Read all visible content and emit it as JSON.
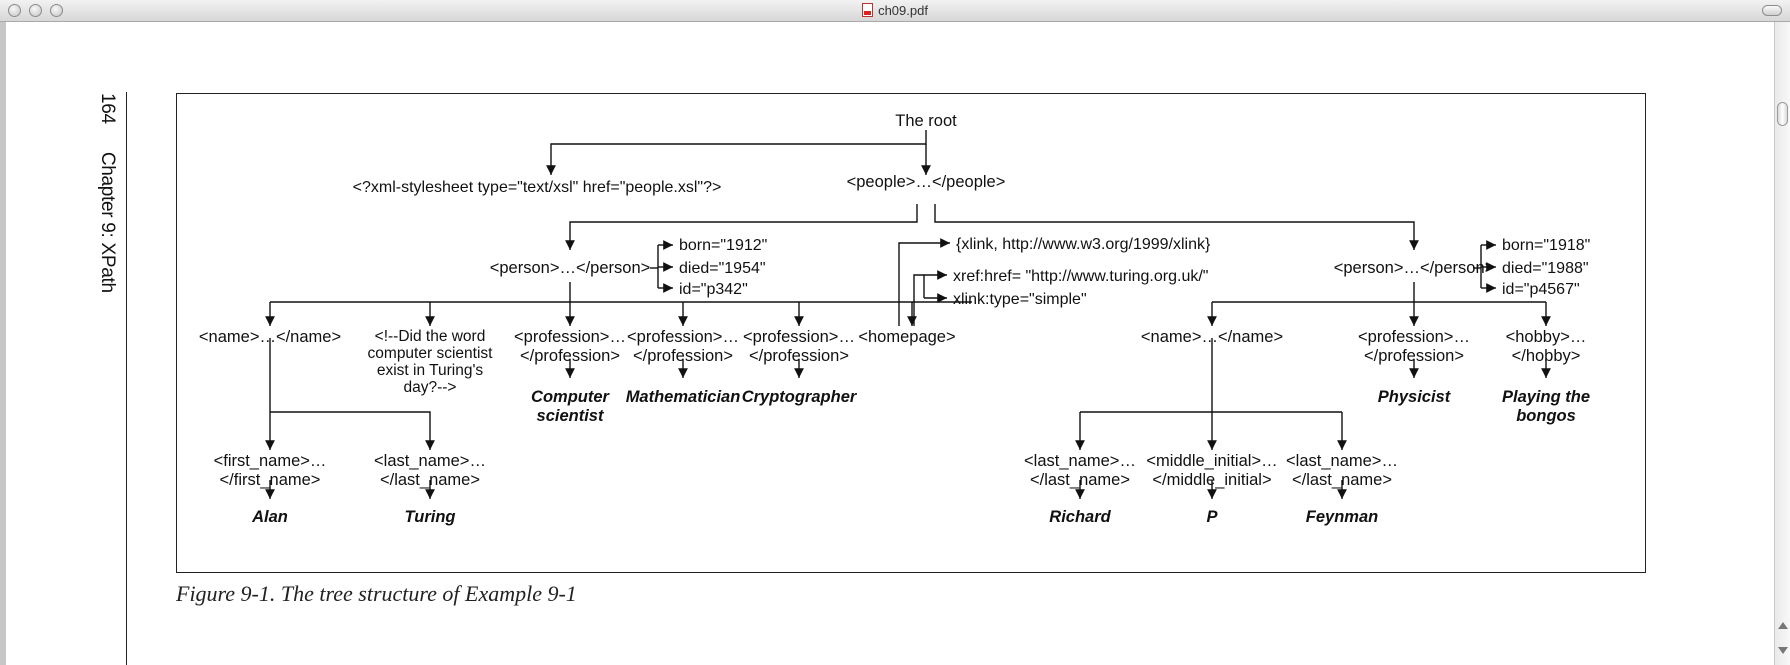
{
  "window": {
    "title": "ch09.pdf",
    "file_icon": "pdf-document-icon"
  },
  "running_head": {
    "page_number": "164",
    "chapter": "Chapter 9: XPath"
  },
  "figure": {
    "caption": "Figure 9-1. The tree structure of Example 9-1",
    "nodes": {
      "root": "The root",
      "stylesheet_pi": "<?xml-stylesheet type=\"text/xsl\" href=\"people.xsl\"?>",
      "people": "<people>…</people>",
      "person1": "<person>…</person>",
      "p1_born": "born=\"1912\"",
      "p1_died": "died=\"1954\"",
      "p1_id": "id=\"p342\"",
      "ns_xlink": "{xlink, http://www.w3.org/1999/xlink}",
      "xref_href": "xref:href= \"http://www.turing.org.uk/\"",
      "xlink_type": "xlink:type=\"simple\"",
      "person2": "<person>…</person>",
      "p2_born": "born=\"1918\"",
      "p2_died": "died=\"1988\"",
      "p2_id": "id=\"p4567\"",
      "p1_name": "<name>…</name>",
      "comment": [
        "<!--Did the word",
        "computer scientist",
        "exist in Turing's",
        "day?-->"
      ],
      "prof1": [
        "<profession>…",
        "</profession>"
      ],
      "prof2": [
        "<profession>…",
        "</profession>"
      ],
      "prof3": [
        "<profession>…",
        "</profession>"
      ],
      "homepage": "<homepage>",
      "p2_name": "<name>…</name>",
      "p2_prof": [
        "<profession>…",
        "</profession>"
      ],
      "hobby": [
        "<hobby>…",
        "</hobby>"
      ],
      "prof1_text": [
        "Computer",
        "scientist"
      ],
      "prof2_text": "Mathematician",
      "prof3_text": "Cryptographer",
      "p2_prof_text": "Physicist",
      "hobby_text": [
        "Playing the",
        "bongos"
      ],
      "p1_first": [
        "<first_name>…",
        "</first_name>"
      ],
      "p1_last": [
        "<last_name>…",
        "</last_name>"
      ],
      "p2_first": [
        "<last_name>…",
        "</last_name>"
      ],
      "p2_middle": [
        "<middle_initial>…",
        "</middle_initial>"
      ],
      "p2_last": [
        "<last_name>…",
        "</last_name>"
      ],
      "p1_first_text": "Alan",
      "p1_last_text": "Turing",
      "p2_first_text": "Richard",
      "p2_middle_text": "P",
      "p2_last_text": "Feynman"
    }
  }
}
